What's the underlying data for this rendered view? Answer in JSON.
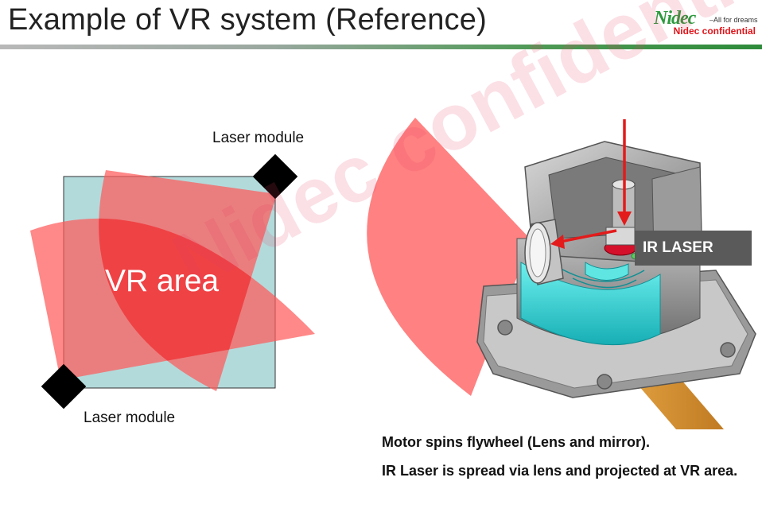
{
  "slide": {
    "title": "Example of VR system (Reference)"
  },
  "logo": {
    "brand": "Nidec",
    "tagline": "–All for dreams",
    "confidential": "Nidec confidential"
  },
  "watermark": "Nidec confidential",
  "left_diagram": {
    "label_top": "Laser module",
    "label_bottom": "Laser module",
    "area_label": "VR area"
  },
  "right_diagram": {
    "laser_label": "IR LASER"
  },
  "caption": {
    "line1": "Motor spins flywheel (Lens and mirror).",
    "line2": "IR Laser is spread via lens and projected at VR area."
  },
  "colors": {
    "fan": "#ff6b6b",
    "area_box": "#b3dadb",
    "overlap": "#e8262b",
    "arrow": "#e31b1b",
    "cyan": "#36d6d6",
    "brand_green": "#2e9a3e",
    "confidential_red": "#e1141a"
  }
}
